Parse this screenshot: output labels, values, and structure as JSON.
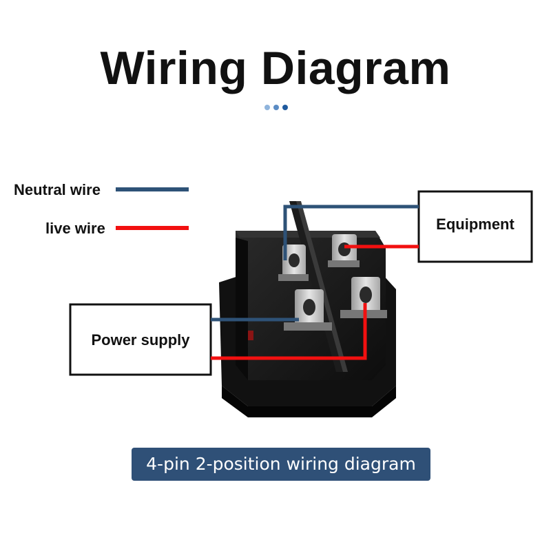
{
  "title": "Wiring Diagram",
  "legend": {
    "neutral": {
      "label": "Neutral wire",
      "color": "#2e5277"
    },
    "live": {
      "label": "live wire",
      "color": "#f21010"
    }
  },
  "boxes": {
    "equipment": "Equipment",
    "power_supply": "Power supply"
  },
  "caption": "4-pin 2-position wiring diagram",
  "colors": {
    "switch_body": "#1a1a1a",
    "terminal": "#c8c8c8",
    "caption_bg": "#2f5077"
  }
}
